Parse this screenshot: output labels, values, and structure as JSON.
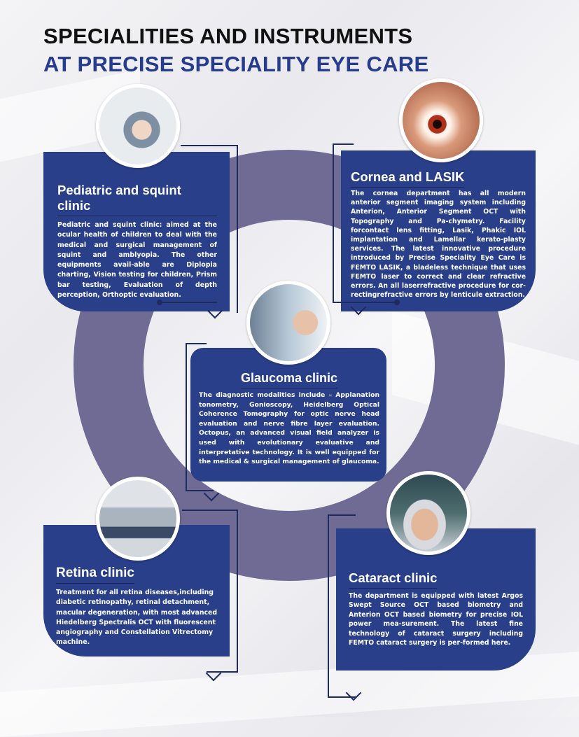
{
  "title": {
    "line1": "SPECIALITIES AND INSTRUMENTS",
    "line2": "AT PRECISE SPECIALITY EYE CARE"
  },
  "colors": {
    "navy": "#2a3f8a",
    "ring": "#6f6b94",
    "title_blue": "#283c8e"
  },
  "clinics": [
    {
      "title": "Pediatric and squint clinic",
      "body": "Pediatric and squint clinic: aimed at the ocular health of children to deal with the medical and surgical management of squint and amblyopia. The other equipments avail-able are Diplopia charting, Vision testing for children, Prism bar testing, Evaluation of depth perception, Orthoptic evaluation."
    },
    {
      "title": "Cornea and LASIK",
      "body": "The cornea department has all modern anterior segment imaging system including  Anterion, Anterior Segment OCT with Topography and Pa-chymetry. Facility forcontact lens fitting, Lasik, Phakic IOL implantation and Lamellar kerato-plasty services. The latest innovative procedure introduced by Precise Speciality Eye Care is FEMTO LASIK, a bladeless technique that uses FEMTO laser to correct and clear refractive errors. An all laserrefractive procedure for cor-rectingrefractive errors by lenticule extraction."
    },
    {
      "title": "Glaucoma clinic",
      "body": "The diagnostic modalities include – Applanation tonometry, Gonioscopy, Heidelberg Optical Coherence Tomography for optic nerve head evaluation and nerve fibre layer evaluation. Octopus, an advanced visual field analyzer is used with evolutionary evaluative and interpretative technology. It is well equipped for the medical & surgical management of glaucoma."
    },
    {
      "title": "Retina clinic",
      "body": "Treatment for all retina diseases,including diabetic retinopathy, retinal detachment, macular degeneration, with most advanced Hiedelberg Spectralis OCT with fluorescent angiography and Constellation Vitrectomy machine."
    },
    {
      "title": "Cataract clinic",
      "body": "The department is equipped with latest Argos Swept Source OCT based biometry and Anterion OCT based biometry for precise IOL power mea-surement. The latest fine technology of cataract surgery including FEMTO cataract surgery is per-formed here."
    }
  ]
}
